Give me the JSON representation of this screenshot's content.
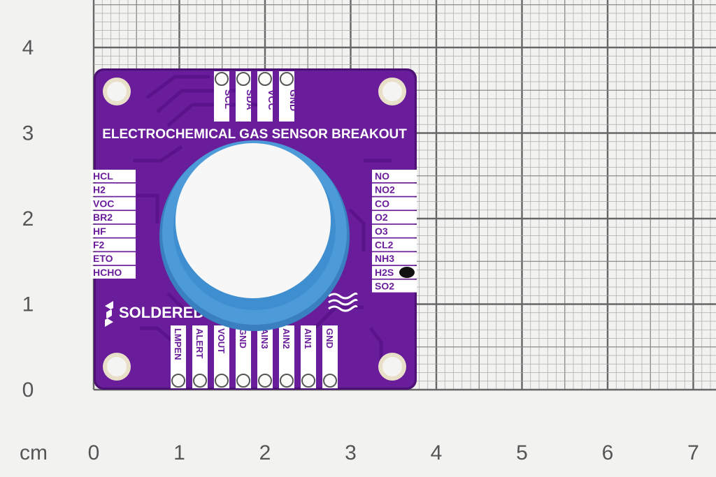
{
  "scale": {
    "unit": "cm",
    "x_ticks": [
      "0",
      "1",
      "2",
      "3",
      "4",
      "5",
      "6",
      "7"
    ],
    "y_ticks": [
      "0",
      "1",
      "2",
      "3",
      "4"
    ]
  },
  "board": {
    "title": "ELECTROCHEMICAL GAS SENSOR BREAKOUT",
    "brand": "SOLDERED",
    "top_pins": [
      "SCL",
      "SDA",
      "VCC",
      "GND"
    ],
    "bottom_pins": [
      "LMPEN",
      "ALERT",
      "VOUT",
      "GND",
      "AIN3",
      "AIN2",
      "AIN1",
      "GND"
    ],
    "left_gases": [
      "HCL",
      "H2",
      "VOC",
      "BR2",
      "HF",
      "F2",
      "ETO",
      "HCHO"
    ],
    "right_gases": [
      "NO",
      "NO2",
      "CO",
      "O2",
      "O3",
      "CL2",
      "NH3",
      "H2S",
      "SO2"
    ]
  },
  "colors": {
    "pcb": "#6a1d9a",
    "pcb_edge": "#4d1175",
    "sensor_ring": "#3f8fd0",
    "grid": "#777777"
  }
}
